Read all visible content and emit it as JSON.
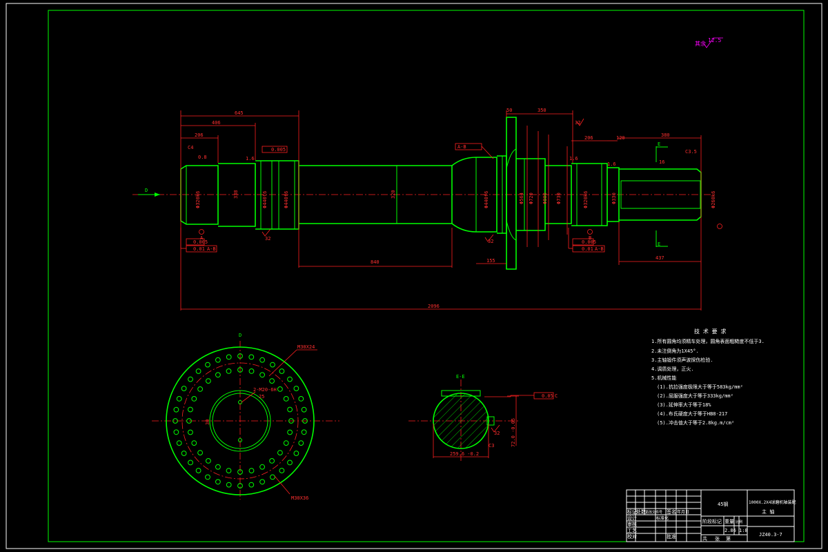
{
  "roughness": {
    "label": "其余",
    "value": "12.5"
  },
  "main_view": {
    "dims": {
      "d645": "645",
      "d406": "406",
      "d206a": "206",
      "d50": "50",
      "d350": "350",
      "d206b": "206",
      "d120": "120",
      "d380": "380",
      "d840": "840",
      "d155": "155",
      "d437": "437",
      "d2096": "2096",
      "c4": "C4",
      "c35": "C3.5",
      "r16": "16",
      "d338": "338",
      "d320": "320",
      "d08": "0.8"
    },
    "dia": {
      "d1": "Φ320k6",
      "d2": "Φ440f6",
      "d3": "Φ440f6",
      "d4": "Φ440f6",
      "d5": "Φ564",
      "d6": "Φ720",
      "d7": "Φ800",
      "d8": "Φ730",
      "d9": "Φ320k6",
      "d10": "Φ330",
      "d11": "Φ260k6"
    },
    "tol": {
      "t1": "0.005",
      "t2": "0.005",
      "t3": "0.01",
      "t4": "A-B",
      "t5": "0.005",
      "t6": "0.01",
      "t7": "A-B",
      "t8": "A-B"
    },
    "ra": {
      "r32a": "32",
      "r32b": "32",
      "r32c": "32",
      "r16a": "1.6",
      "r16b": "1.6",
      "r16c": "1.6"
    },
    "section_letter": "D",
    "ee_label": "E",
    "datum_a": "A",
    "datum_b": "B"
  },
  "end_view": {
    "label": "D",
    "note_top": "M30X24",
    "note_mid": "2-M20-6H",
    "note_bottom": "M30X36",
    "dim": "25",
    "dim2": "30"
  },
  "section_view": {
    "label": "E-E",
    "tol": "0.05",
    "tol_ref": "C",
    "ra": "32",
    "dim_w": "259.6 -0.2",
    "dim_h": "72.0 -0.05",
    "c3": "C3"
  },
  "tech_req": {
    "title": "技 术 要 求",
    "items": [
      "1.所有圆角均须精车处理，圆角表面粗糙度不低于3.",
      "2.未注倒角为1X45°.",
      "3.主轴锻件须声波探伤检验.",
      "4.调质处理，正火.",
      "5.机械性能",
      "(1).抗拉强度极限大于等于583kg/mm²",
      "(2).屈服强度大于等于333kg/mm²",
      "(3).延伸率大于等于18%",
      "(4).布氏硬度大于等于HB8-217",
      "(5).冲击值大于等于2.8kg.m/cm²"
    ]
  },
  "title_block": {
    "material": "45钢",
    "drawing_title": "1000X.2X4球磨机轴装配",
    "part_name": "主 轴",
    "drawing_no": "JZ40.3-7",
    "scale": "1:8",
    "mass": "2.86",
    "stage": "阶段标记",
    "weight_h": "重量",
    "scale_h": "比例",
    "headers": [
      "标记",
      "处数",
      "更改文件号",
      "签名",
      "年月日"
    ],
    "roles": [
      "设计",
      "审核",
      "工艺",
      "校对"
    ],
    "labels": {
      "std": "标准化",
      "approve": "批准",
      "sheet": "共",
      "zhang": "张",
      "di": "第",
      "rev": "签"
    }
  }
}
